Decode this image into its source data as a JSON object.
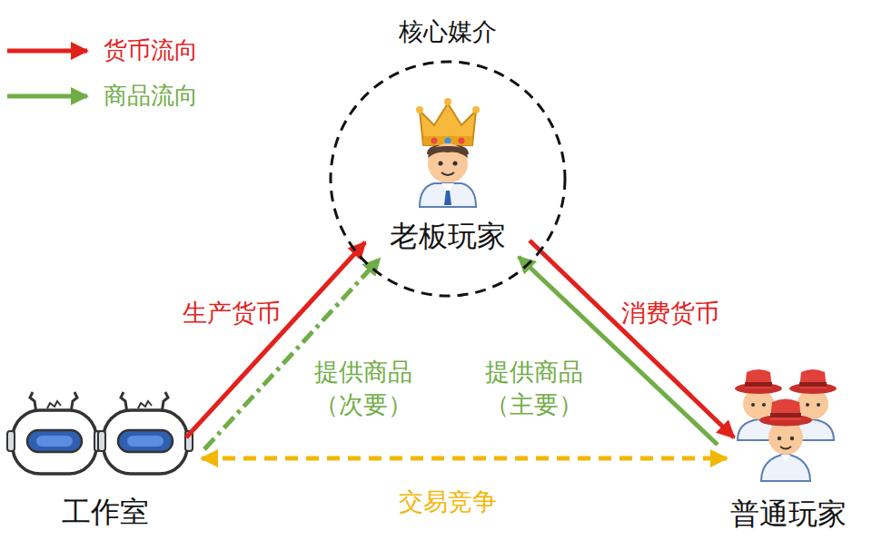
{
  "diagram": {
    "nodes": [
      {
        "text": [
          "核心媒介",
          "老板玩家"
        ]
      },
      {
        "text": [
          "工作室"
        ]
      },
      {
        "text": [
          "普通玩家"
        ]
      }
    ],
    "edges": [
      {
        "from": 1,
        "to": 0,
        "arrow": "to",
        "label": "生产货币"
      },
      {
        "from": 1,
        "to": 0,
        "arrow": "to",
        "label": "提供商品 （次要）"
      },
      {
        "from": 0,
        "to": 2,
        "arrow": "to",
        "label": "消费货币"
      },
      {
        "from": 2,
        "to": 0,
        "arrow": "to",
        "label": "提供商品 （主要）"
      },
      {
        "from": 1,
        "to": 2,
        "arrow": "both",
        "label": "交易竞争"
      }
    ],
    "legend": [
      {
        "text": "货币流向"
      },
      {
        "text": "商品流向"
      }
    ]
  }
}
